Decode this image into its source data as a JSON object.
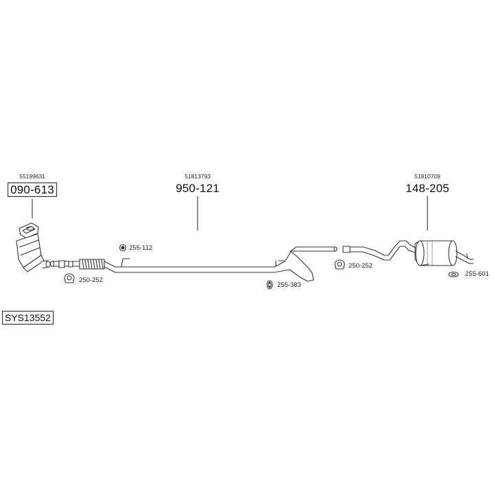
{
  "system": {
    "code": "SYS13552"
  },
  "parts": [
    {
      "oe_number": "55199631",
      "part_number": "090-613",
      "name": "catalytic-converter"
    },
    {
      "oe_number": "51813793",
      "part_number": "950-121",
      "name": "middle-pipe"
    },
    {
      "oe_number": "51810709",
      "part_number": "148-205",
      "name": "rear-silencer"
    }
  ],
  "accessories": [
    {
      "code": "250-252",
      "icon": "clamp-icon"
    },
    {
      "code": "255-112",
      "icon": "rubber-mount-icon"
    },
    {
      "code": "255-383",
      "icon": "rubber-hanger-icon"
    },
    {
      "code": "250-252",
      "icon": "clamp-icon"
    },
    {
      "code": "255-601",
      "icon": "gasket-icon"
    }
  ]
}
